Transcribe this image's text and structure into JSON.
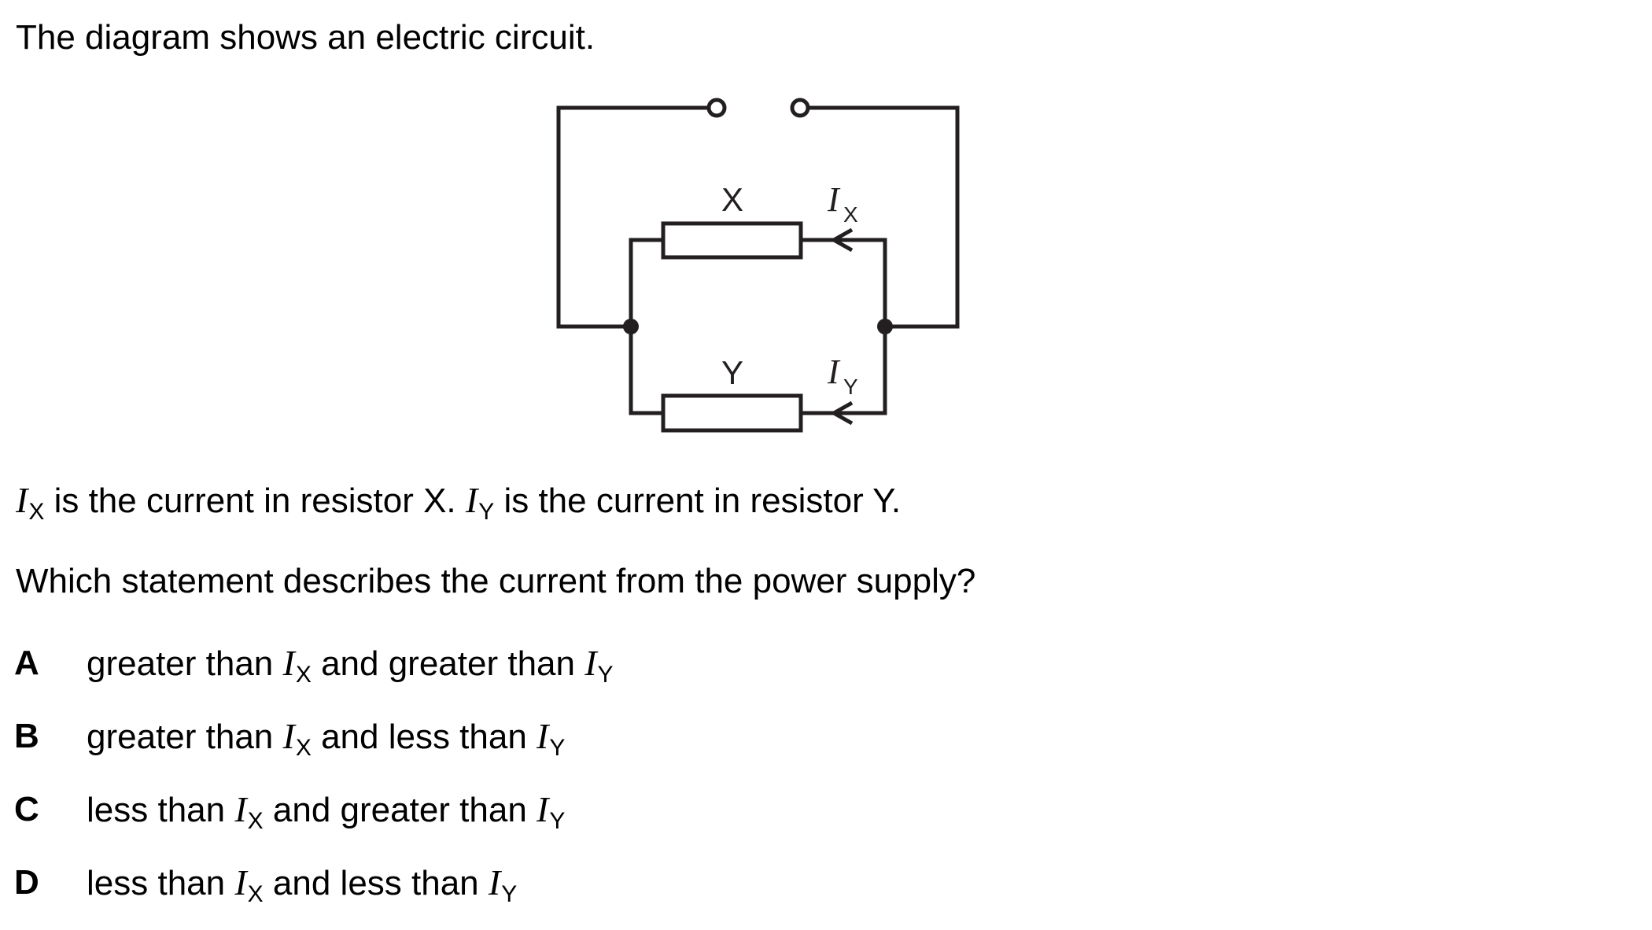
{
  "intro": {
    "text": "The diagram shows an electric circuit."
  },
  "circuit": {
    "resistor_x_label": "X",
    "resistor_y_label": "Y",
    "current_x": {
      "symbol": "I",
      "subscript": "X"
    },
    "current_y": {
      "symbol": "I",
      "subscript": "Y"
    },
    "components": [
      "power-supply-terminals",
      "resistor-X",
      "resistor-Y",
      "junctions"
    ],
    "connection": "parallel"
  },
  "info": {
    "current_x_symbol": "I",
    "current_x_subscript": "X",
    "part1": " is the current in resistor X. ",
    "current_y_symbol": "I",
    "current_y_subscript": "Y",
    "part2": " is the current in resistor Y."
  },
  "question": {
    "text": "Which statement describes the current from the power supply?"
  },
  "options": [
    {
      "letter": "A",
      "pre": "greater than ",
      "sym1": "I",
      "sub1": "X",
      "mid": " and greater than ",
      "sym2": "I",
      "sub2": "Y"
    },
    {
      "letter": "B",
      "pre": "greater than ",
      "sym1": "I",
      "sub1": "X",
      "mid": " and less than ",
      "sym2": "I",
      "sub2": "Y"
    },
    {
      "letter": "C",
      "pre": "less than ",
      "sym1": "I",
      "sub1": "X",
      "mid": " and greater than ",
      "sym2": "I",
      "sub2": "Y"
    },
    {
      "letter": "D",
      "pre": "less than ",
      "sym1": "I",
      "sub1": "X",
      "mid": " and less than ",
      "sym2": "I",
      "sub2": "Y"
    }
  ]
}
